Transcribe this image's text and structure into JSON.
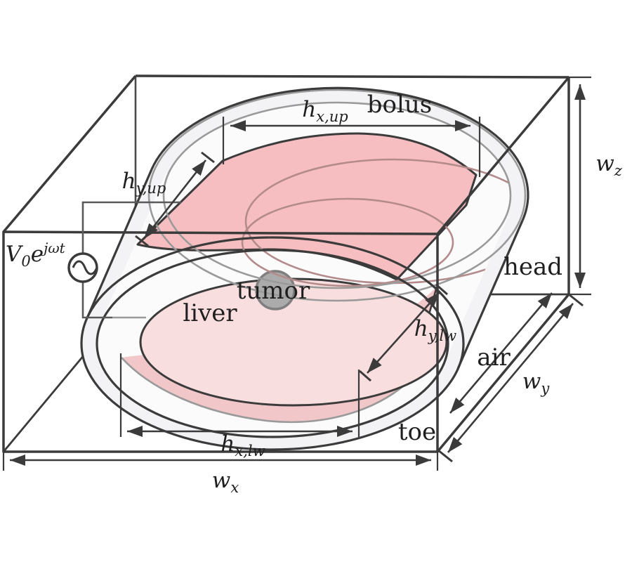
{
  "colors": {
    "outline": "#3b3b3b",
    "hidden_line": "#9a9a9a",
    "bolus_fill": "#f3f3f5",
    "body_fill": "#fcfbfc",
    "upper_electrode_fill": "#f7bec1",
    "lower_electrode_fill": "#f2c7ca",
    "liver_fill": "#f9dee0",
    "liver_back_line": "#b48b8b",
    "tumor_fill": "#ababab",
    "tumor_stroke": "#7f7f7f",
    "text": "#1f1f1f"
  },
  "labels": {
    "regions": {
      "bolus": "bolus",
      "head": "head",
      "air": "air",
      "toe": "toe",
      "liver": "liver",
      "tumor": "tumor"
    },
    "dimensions": {
      "h_x_up": {
        "base": "h",
        "sub": "x,up"
      },
      "h_y_up": {
        "base": "h",
        "sub": "y,up"
      },
      "h_x_lw": {
        "base": "h",
        "sub": "x,lw"
      },
      "h_y_lw": {
        "base": "h",
        "sub": "y,lw"
      },
      "w_x": {
        "base": "w",
        "sub": "x"
      },
      "w_y": {
        "base": "w",
        "sub": "y"
      },
      "w_z": {
        "base": "w",
        "sub": "z"
      }
    },
    "source": {
      "base": "V",
      "sub": "0",
      "exp_base": "e",
      "exp": "jωt"
    }
  }
}
